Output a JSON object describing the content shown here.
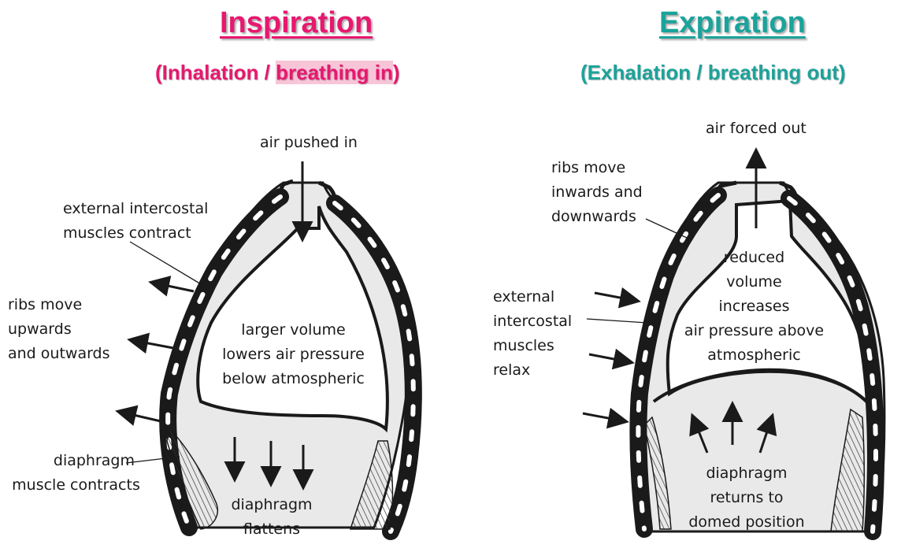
{
  "colors": {
    "inspiration": "#e8176f",
    "expiration": "#1aa39a",
    "ink": "#1a1a1a",
    "pleura_fill": "#e9e9e9"
  },
  "inspiration": {
    "title": "Inspiration",
    "subtitle_prefix": "(Inhalation / ",
    "subtitle_highlight": "breathing in",
    "subtitle_suffix": ")",
    "labels": {
      "air": "air pushed in",
      "external_line1": "external  intercostal",
      "external_line2": "muscles contract",
      "ribs_line1": "ribs move",
      "ribs_line2": "upwards",
      "ribs_line3": "and outwards",
      "volume_line1": "larger volume",
      "volume_line2": "lowers air pressure",
      "volume_line3": "below atmospheric",
      "diaphragm_line1": "diaphragm",
      "diaphragm_line2": "muscle contracts",
      "flattens_line1": "diaphragm",
      "flattens_line2": "flattens"
    }
  },
  "expiration": {
    "title": "Expiration",
    "subtitle": "(Exhalation / breathing out)",
    "labels": {
      "air": "air forced out",
      "ribs_line1": "ribs move",
      "ribs_line2": "inwards and",
      "ribs_line3": "downwards",
      "external_line1": "external",
      "external_line2": "intercostal",
      "external_line3": "muscles",
      "external_line4": "relax",
      "volume_line1": "reduced",
      "volume_line2": "volume",
      "volume_line3": "increases",
      "volume_line4": "air pressure above",
      "volume_line5": "atmospheric",
      "diaphragm_line1": "diaphragm",
      "diaphragm_line2": "returns to",
      "diaphragm_line3": "domed position"
    }
  }
}
